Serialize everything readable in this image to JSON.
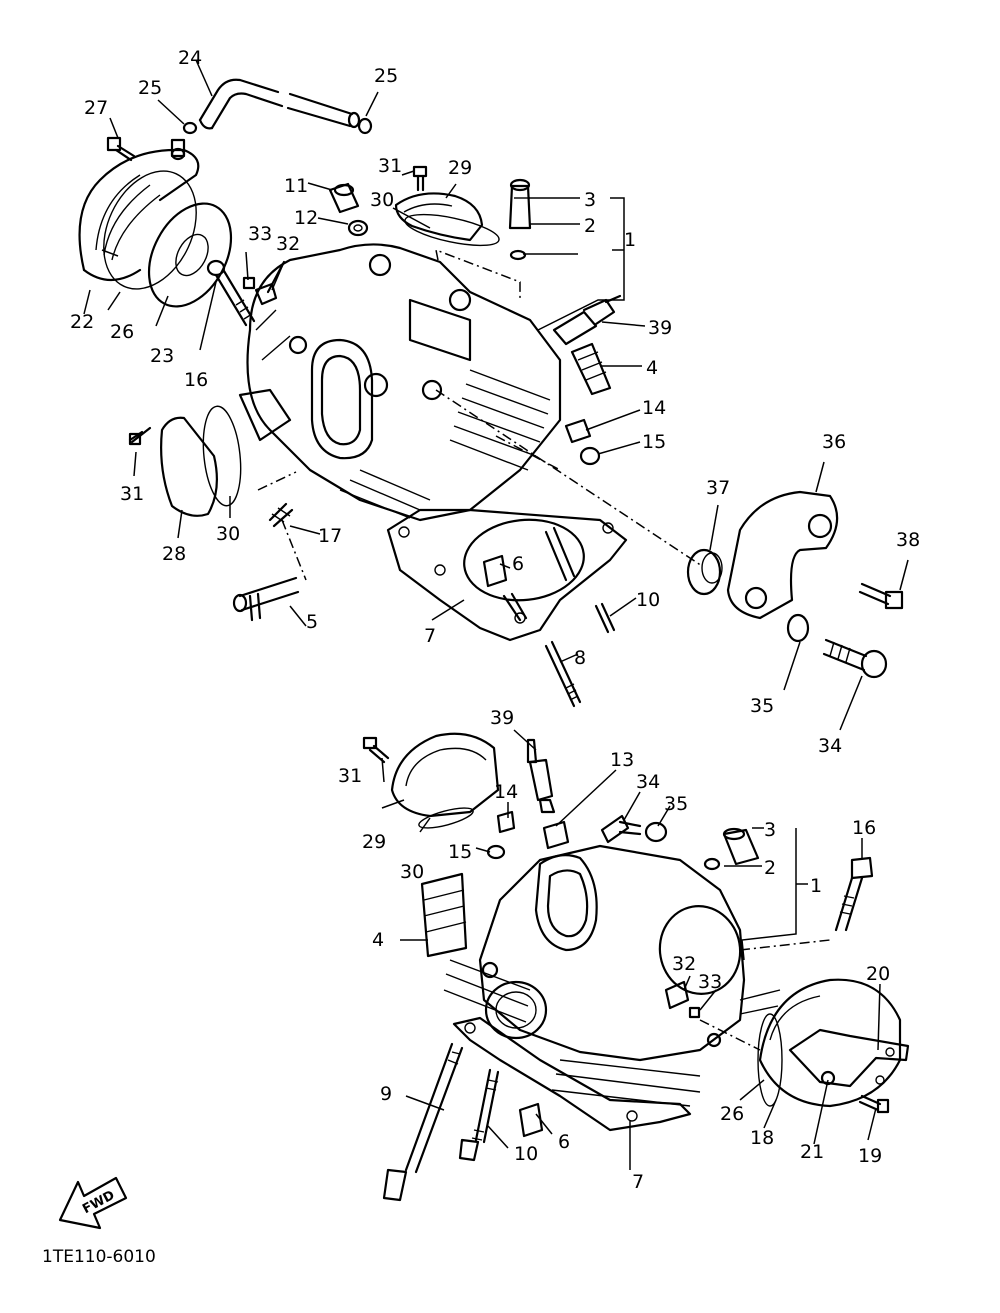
{
  "diagram_code": "1TE110-6010",
  "fwd_label": "FWD",
  "callouts_upper": {
    "c1": "1",
    "c2": "2",
    "c3": "3",
    "c4": "4",
    "c5": "5",
    "c6": "6",
    "c7": "7",
    "c8": "8",
    "c10": "10",
    "c11": "11",
    "c12": "12",
    "c14": "14",
    "c15": "15",
    "c16": "16",
    "c17": "17",
    "c22": "22",
    "c23": "23",
    "c24": "24",
    "c25a": "25",
    "c25b": "25",
    "c26": "26",
    "c27": "27",
    "c28": "28",
    "c29": "29",
    "c30a": "30",
    "c30b": "30",
    "c31a": "31",
    "c31b": "31",
    "c32": "32",
    "c33": "33",
    "c34": "34",
    "c35": "35",
    "c36": "36",
    "c37": "37",
    "c38": "38",
    "c39": "39"
  },
  "callouts_lower": {
    "c1": "1",
    "c2": "2",
    "c3": "3",
    "c4": "4",
    "c6": "6",
    "c7": "7",
    "c9": "9",
    "c10": "10",
    "c13": "13",
    "c14": "14",
    "c15": "15",
    "c16": "16",
    "c18": "18",
    "c19": "19",
    "c20": "20",
    "c21": "21",
    "c26": "26",
    "c29": "29",
    "c30": "30",
    "c31": "31",
    "c32": "32",
    "c33": "33",
    "c34": "34",
    "c35": "35",
    "c39": "39"
  }
}
